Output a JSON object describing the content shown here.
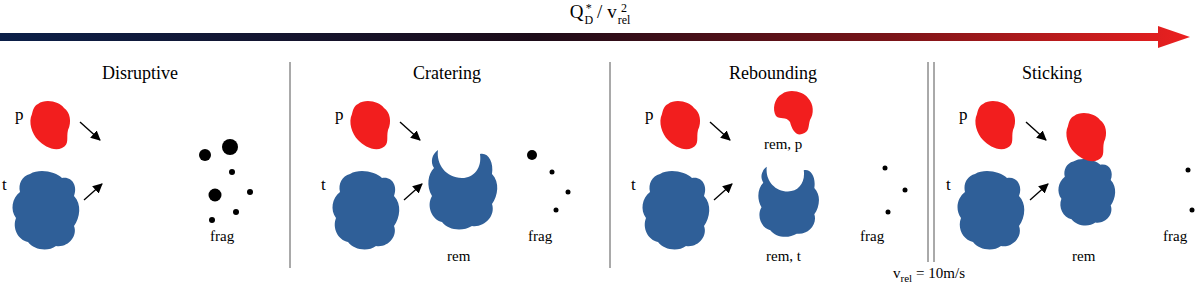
{
  "diagram": {
    "labels": [
      "Q",
      "*",
      "D",
      "/ v",
      "2",
      "rel",
      "Disruptive",
      "Cratering",
      "Rebounding",
      "Sticking",
      "p",
      "t",
      "frag",
      "p",
      "t",
      "rem",
      "frag",
      "p",
      "rem, p",
      "t",
      "rem, t",
      "frag",
      "p",
      "t",
      "rem",
      "frag",
      "v",
      "rel",
      "= 10m/s"
    ]
  }
}
